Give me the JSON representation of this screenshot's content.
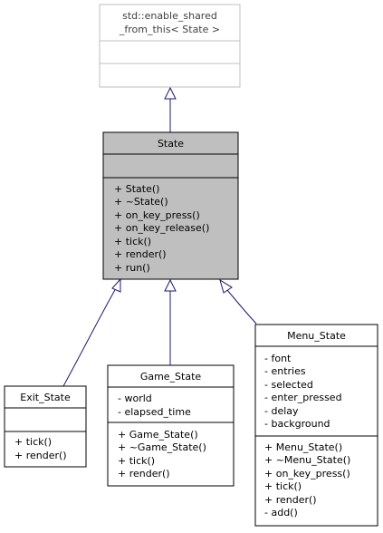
{
  "colors": {
    "line": "#191970",
    "box_border": "#000000",
    "faded_border": "#bfbfbf",
    "focus_fill": "#bfbfbf",
    "fill": "#ffffff"
  },
  "classes": {
    "enable_shared": {
      "title_line1": "std::enable_shared",
      "title_line2": "_from_this< State >"
    },
    "state": {
      "title": "State",
      "methods": [
        "+ State()",
        "+ ~State()",
        "+ on_key_press()",
        "+ on_key_release()",
        "+ tick()",
        "+ render()",
        "+ run()"
      ]
    },
    "exit_state": {
      "title": "Exit_State",
      "methods": [
        "+ tick()",
        "+ render()"
      ]
    },
    "game_state": {
      "title": "Game_State",
      "attributes": [
        "- world",
        "- elapsed_time"
      ],
      "methods": [
        "+ Game_State()",
        "+ ~Game_State()",
        "+ tick()",
        "+ render()"
      ]
    },
    "menu_state": {
      "title": "Menu_State",
      "attributes": [
        "- font",
        "- entries",
        "- selected",
        "- enter_pressed",
        "- delay",
        "- background"
      ],
      "methods": [
        "+ Menu_State()",
        "+ ~Menu_State()",
        "+ on_key_press()",
        "+ tick()",
        "+ render()",
        "- add()"
      ]
    }
  }
}
